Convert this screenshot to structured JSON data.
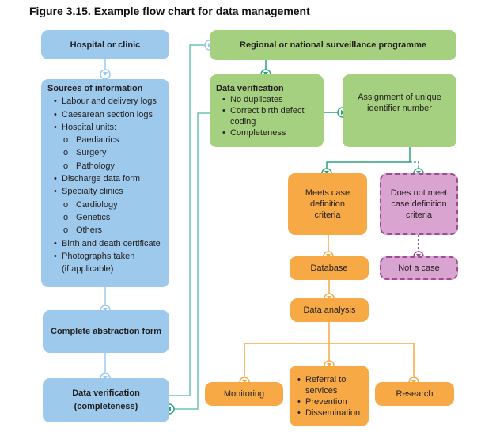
{
  "title": "Figure 3.15. Example flow chart for data management",
  "hospital": "Hospital or clinic",
  "sources": {
    "heading": "Sources of information",
    "items": [
      {
        "t": "Labour and delivery logs",
        "k": "b"
      },
      {
        "t": "Caesarean section logs",
        "k": "b"
      },
      {
        "t": "Hospital units:",
        "k": "b"
      },
      {
        "t": "Paediatrics",
        "k": "o"
      },
      {
        "t": "Surgery",
        "k": "o"
      },
      {
        "t": "Pathology",
        "k": "o"
      },
      {
        "t": "Discharge data form",
        "k": "b"
      },
      {
        "t": "Specialty clinics",
        "k": "b"
      },
      {
        "t": "Cardiology",
        "k": "o"
      },
      {
        "t": "Genetics",
        "k": "o"
      },
      {
        "t": "Others",
        "k": "o"
      },
      {
        "t": "Birth and death certificate",
        "k": "b"
      },
      {
        "t": "Photographs taken",
        "k": "b"
      },
      {
        "t": "(if applicable)",
        "k": "c"
      }
    ]
  },
  "abstraction": "Complete abstraction form",
  "verif_blue": {
    "l1": "Data verification",
    "l2": "(completeness)"
  },
  "regional": "Regional or national surveillance programme",
  "verif_green": {
    "heading": "Data verification",
    "items": [
      "No duplicates",
      "Correct birth defect coding",
      "Completeness"
    ]
  },
  "assignment": "Assignment of unique identifier number",
  "meets": "Meets case definition criteria",
  "not_meet": "Does not meet case definition criteria",
  "database": "Database",
  "not_case": "Not a case",
  "analysis": "Data analysis",
  "monitoring": "Monitoring",
  "outcomes": [
    "Referral to services",
    "Prevention",
    "Dissemination"
  ],
  "research": "Research",
  "colors": {
    "blue": "#9dc9ec",
    "green": "#a4d07f",
    "orange": "#f7a945",
    "purple": "#d9a4d0",
    "teal": "#1fa37a"
  }
}
